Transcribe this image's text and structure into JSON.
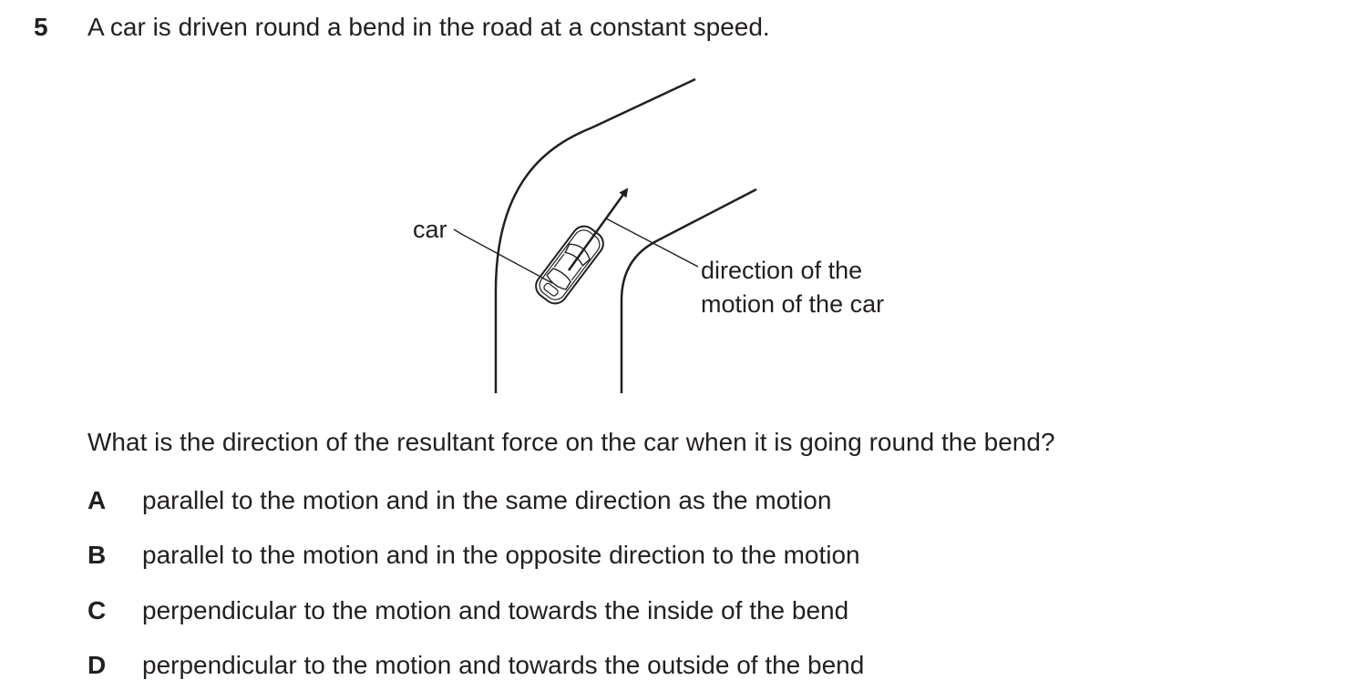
{
  "question": {
    "number": "5",
    "stem": "A car is driven round a bend in the road at a constant speed.",
    "prompt": "What is the direction of the resultant force on the car when it is going round the bend?"
  },
  "diagram": {
    "label_car": "car",
    "label_direction_line1": "direction of the",
    "label_direction_line2": "motion of the car"
  },
  "options": [
    {
      "letter": "A",
      "text": "parallel to the motion and in the same direction as the motion"
    },
    {
      "letter": "B",
      "text": "parallel to the motion and in the opposite direction to the motion"
    },
    {
      "letter": "C",
      "text": "perpendicular to the motion and towards the inside of the bend"
    },
    {
      "letter": "D",
      "text": "perpendicular to the motion and towards the outside of the bend"
    }
  ]
}
